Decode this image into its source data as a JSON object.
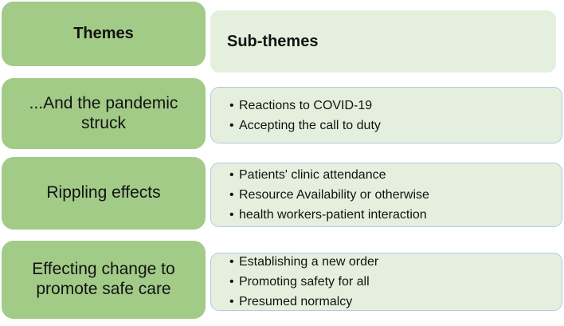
{
  "diagram": {
    "bullet_glyph": "•",
    "headers": {
      "themes": "Themes",
      "subthemes": "Sub-themes"
    },
    "rows": [
      {
        "theme": "...And the pandemic struck",
        "subthemes": [
          "Reactions to COVID-19",
          "Accepting the call to duty"
        ]
      },
      {
        "theme": "Rippling effects",
        "subthemes": [
          "Patients' clinic attendance",
          "Resource Availability or otherwise",
          "health workers-patient interaction"
        ]
      },
      {
        "theme": "Effecting change to promote safe care",
        "subthemes": [
          "Establishing a new order",
          "Promoting safety for all",
          "Presumed normalcy"
        ]
      }
    ],
    "colors": {
      "theme_box_fill": "#A2CB88",
      "subtheme_box_fill": "#E4F0DD",
      "subtheme_box_border": "#B4C6E7",
      "text": "#121212",
      "background": "#FFFFFF"
    }
  }
}
